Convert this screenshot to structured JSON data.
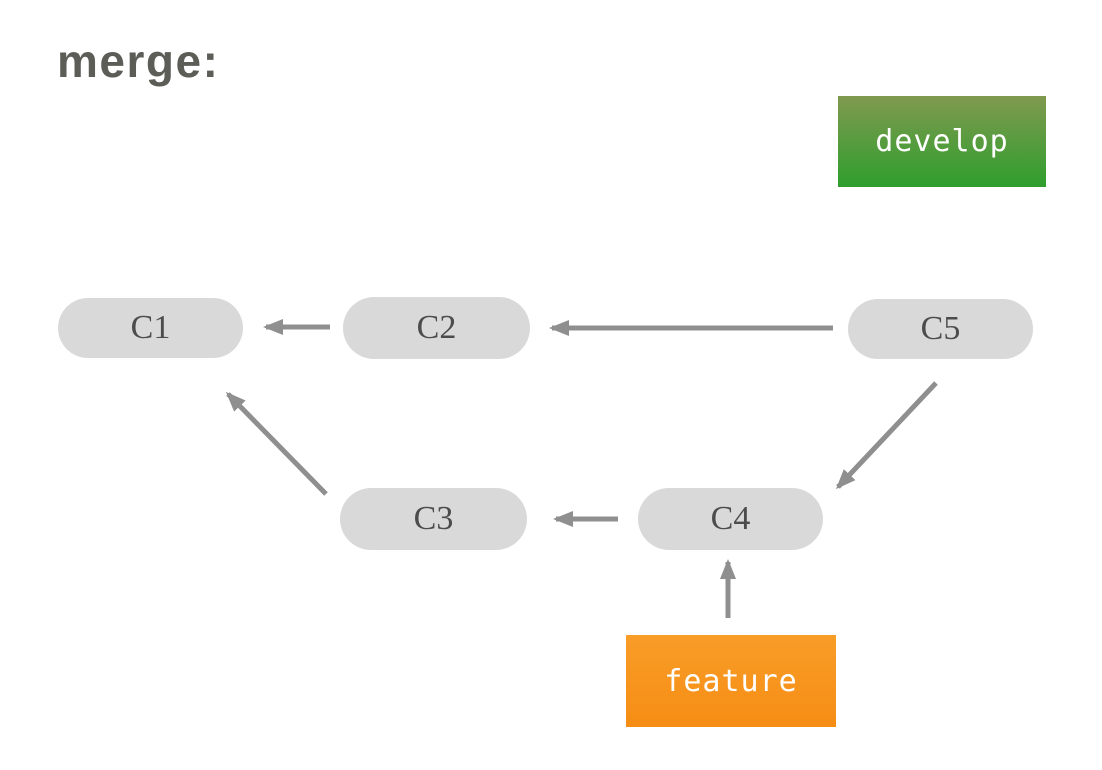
{
  "title": "merge:",
  "diagram": {
    "type": "git-graph",
    "operation": "merge"
  },
  "commits": {
    "c1": "C1",
    "c2": "C2",
    "c3": "C3",
    "c4": "C4",
    "c5": "C5"
  },
  "branches": {
    "develop": "develop",
    "feature": "feature"
  },
  "edges": [
    {
      "from": "C2",
      "to": "C1"
    },
    {
      "from": "C5",
      "to": "C2"
    },
    {
      "from": "C4",
      "to": "C3"
    },
    {
      "from": "C5",
      "to": "C4"
    },
    {
      "from": "C3",
      "to": "C1"
    },
    {
      "from": "feature",
      "to": "C4"
    }
  ],
  "colors": {
    "commit_fill": "#d9d9d9",
    "commit_text": "#4c4c4c",
    "edge": "#8f8f8f",
    "develop_gradient_top": "#80994f",
    "develop_gradient_bottom": "#2f9e2e",
    "feature_fill": "#f7941e",
    "branch_text": "#ffffff",
    "title_text": "#5d5d58",
    "background": "#ffffff"
  }
}
